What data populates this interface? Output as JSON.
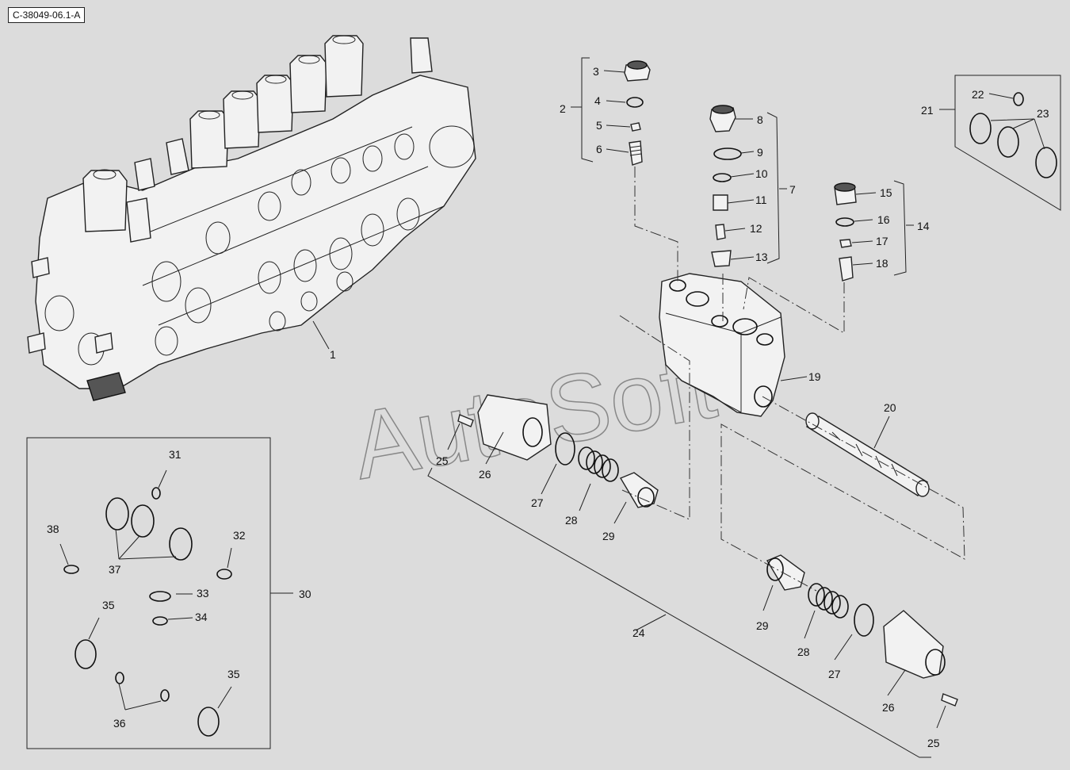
{
  "figure": {
    "reference_code": "C-38049-06.1-A",
    "watermark": "AutoSoft"
  },
  "callouts": {
    "c1": "1",
    "c2": "2",
    "c3": "3",
    "c4": "4",
    "c5": "5",
    "c6": "6",
    "c7": "7",
    "c8": "8",
    "c9": "9",
    "c10": "10",
    "c11": "11",
    "c12": "12",
    "c13": "13",
    "c14": "14",
    "c15": "15",
    "c16": "16",
    "c17": "17",
    "c18": "18",
    "c19": "19",
    "c20": "20",
    "c21": "21",
    "c22": "22",
    "c23": "23",
    "c24": "24",
    "c25a": "25",
    "c26a": "26",
    "c27a": "27",
    "c28a": "28",
    "c29a": "29",
    "c29b": "29",
    "c28b": "28",
    "c27b": "27",
    "c26b": "26",
    "c25b": "25",
    "c30": "30",
    "c31": "31",
    "c32": "32",
    "c33": "33",
    "c34": "34",
    "c35a": "35",
    "c35b": "35",
    "c36": "36",
    "c37": "37",
    "c38": "38"
  },
  "colors": {
    "background": "#dcdcdc",
    "line": "#222222",
    "watermark": "#888888"
  }
}
